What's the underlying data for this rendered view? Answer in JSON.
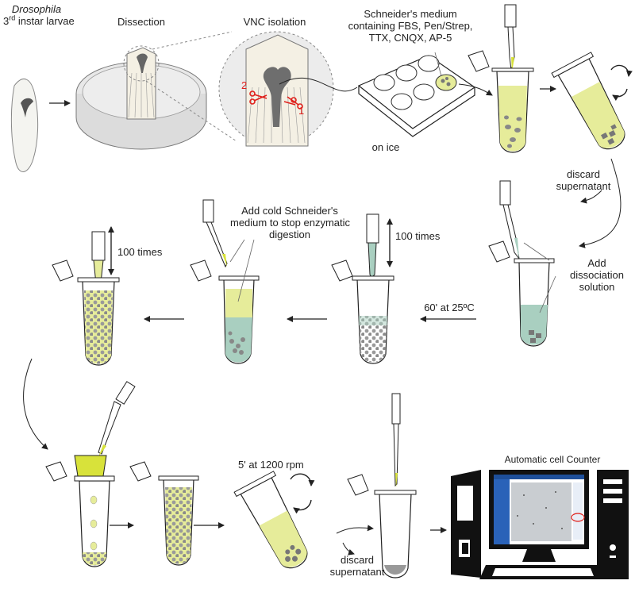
{
  "labels": {
    "drosophila": "Drosophila",
    "instar_num": "3",
    "instar_sup": "rd",
    "instar_rest": " instar larvae",
    "dissection": "Dissection",
    "vnc_isolation": "VNC isolation",
    "medium_l1": "Schneider's medium",
    "medium_l2": "containing FBS, Pen/Strep,",
    "medium_l3": "TTX, CNQX, AP-5",
    "on_ice": "on ice",
    "discard1_l1": "discard",
    "discard1_l2": "supernatant",
    "add_l1": "Add",
    "add_l2": "dissociation",
    "add_l3": "solution",
    "sixty": "60' at 25ºC",
    "hundred_a": "100 times",
    "hundred_b": "100 times",
    "cold_l1": "Add cold Schneider's",
    "cold_l2": "medium to stop enzymatic",
    "cold_l3": "digestion",
    "five": "5' at 1200 rpm",
    "discard2_l1": "discard",
    "discard2_l2": "supernatant",
    "counter": "Automatic cell Counter",
    "scissor_1": "1",
    "scissor_2": "2"
  },
  "colors": {
    "medium_yellow": "#e6ec9a",
    "dissociation_teal": "#a9cfc0",
    "filter_yellow": "#d8e23a",
    "scissors_red": "#e0201b",
    "cells_gray": "#8e8e8e"
  }
}
